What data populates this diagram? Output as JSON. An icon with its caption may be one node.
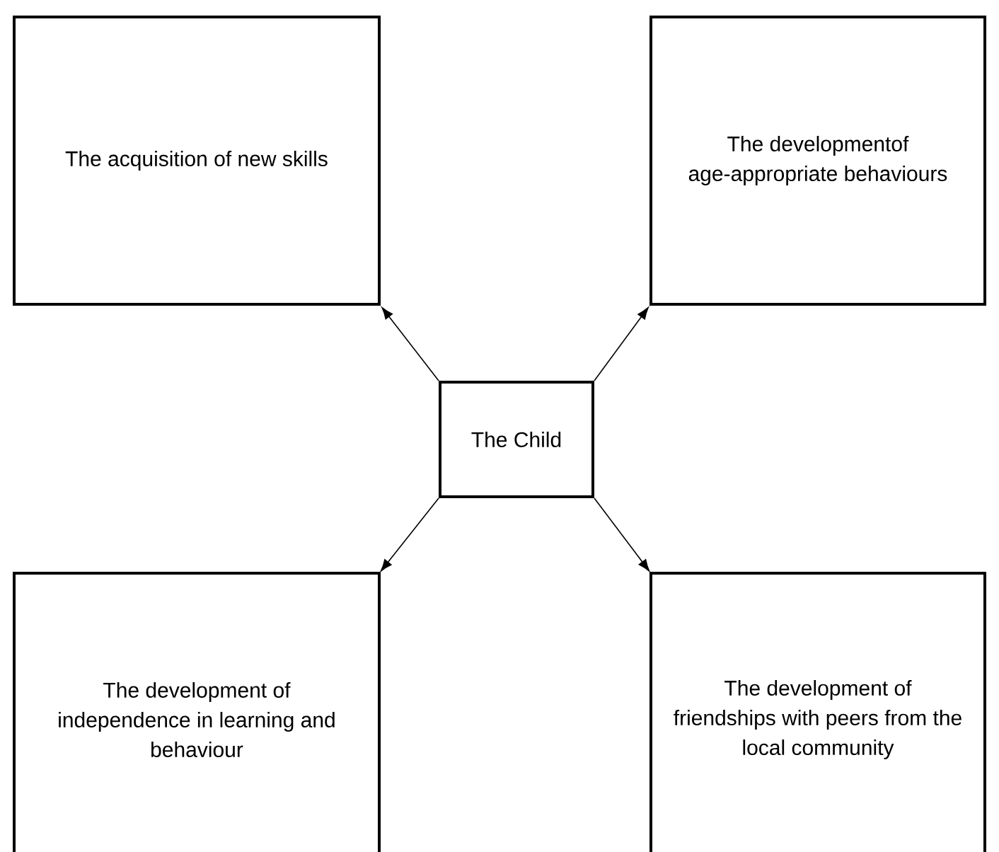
{
  "diagram": {
    "nodes": [
      {
        "text": [
          "The acquisition of new skills"
        ]
      },
      {
        "text": [
          "The developmentof age-appropriate behaviours"
        ]
      },
      {
        "text": [
          "The Child"
        ]
      },
      {
        "text": [
          "The development of independence in learning and behaviour"
        ]
      },
      {
        "text": [
          "The development of friendships with peers from the local community"
        ]
      }
    ],
    "edges": [
      {
        "from": 2,
        "to": 0,
        "arrow": "to"
      },
      {
        "from": 2,
        "to": 1,
        "arrow": "to"
      },
      {
        "from": 2,
        "to": 3,
        "arrow": "to"
      },
      {
        "from": 2,
        "to": 4,
        "arrow": "to"
      }
    ]
  }
}
